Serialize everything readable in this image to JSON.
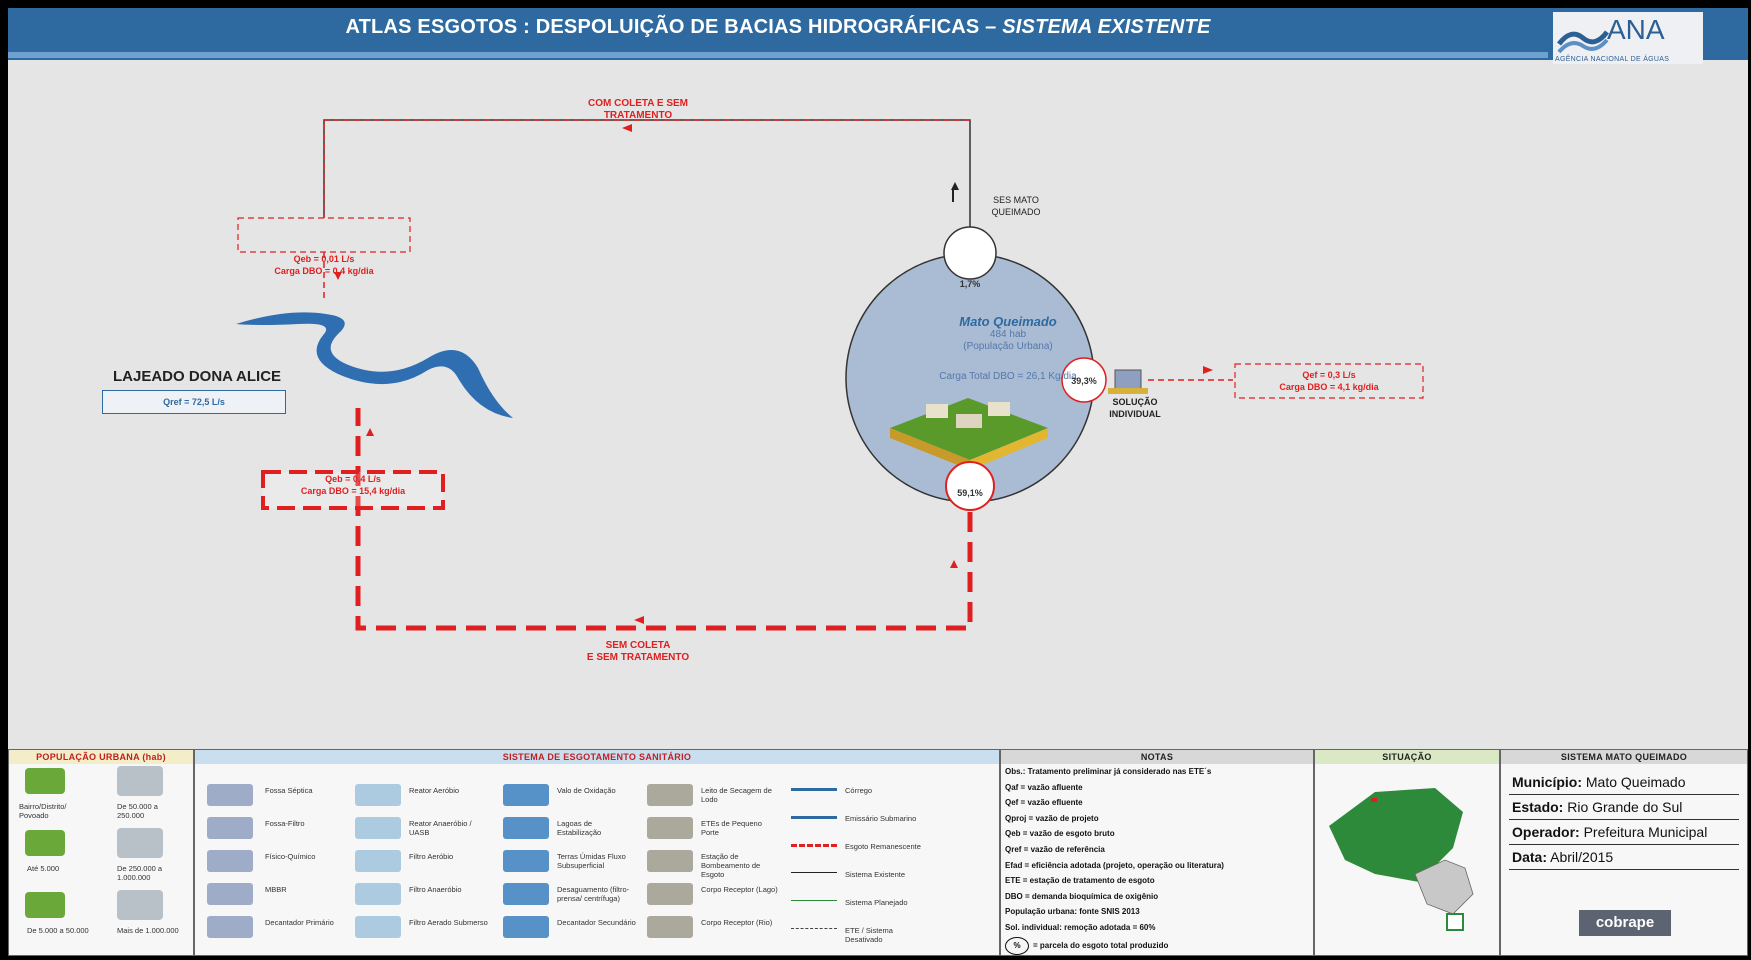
{
  "header": {
    "title_main": "ATLAS ESGOTOS : DESPOLUIÇÃO DE BACIAS HIDROGRÁFICAS – ",
    "title_italic": "SISTEMA EXISTENTE",
    "logo_text": "ANA",
    "logo_subtitle": "AGÊNCIA NACIONAL DE ÁGUAS"
  },
  "diagram": {
    "top_route_label_1": "COM COLETA E SEM",
    "top_route_label_2": "TRATAMENTO",
    "ses_label_1": "SES MATO",
    "ses_label_2": "QUEIMADO",
    "upper_box_1": "Qeb = 0,01 L/s",
    "upper_box_2": "Carga DBO = 0,4 kg/dia",
    "river_name": "LAJEADO DONA ALICE",
    "qref": "Qref = 72,5 L/s",
    "lower_box_1": "Qeb = 0,4 L/s",
    "lower_box_2": "Carga DBO = 15,4 kg/dia",
    "bottom_route_label_1": "SEM COLETA",
    "bottom_route_label_2": "E SEM TRATAMENTO",
    "city_name": "Mato Queimado",
    "city_pop": "484 hab",
    "city_pop_label": "(População Urbana)",
    "city_load": "Carga Total DBO = 26,1 Kg/dia",
    "pct_top": "1,7%",
    "pct_left": "39,3%",
    "pct_bottom": "59,1%",
    "solucao_1": "SOLUÇÃO",
    "solucao_2": "INDIVIDUAL",
    "right_box_1": "Qef = 0,3 L/s",
    "right_box_2": "Carga DBO = 4,1 kg/dia"
  },
  "colors": {
    "header": "#2e6aa0",
    "route": "#e02020",
    "city": "#a9bcd4"
  },
  "pop_panel": {
    "title": "POPULAÇÃO URBANA (hab)",
    "items": [
      "Bairro/Distrito/ Povoado",
      "De 50.000 a 250.000",
      "Até 5.000",
      "De 250.000 a 1.000.000",
      "De 5.000 a 50.000",
      "Mais de 1.000.000"
    ]
  },
  "sistema_panel": {
    "title": "SISTEMA DE ESGOTAMENTO SANITÁRIO",
    "col1": [
      "Fossa Séptica",
      "Fossa-Filtro",
      "Físico-Químico",
      "MBBR",
      "Decantador Primário"
    ],
    "col2": [
      "Reator Aeróbio",
      "Reator Anaeróbio / UASB",
      "Filtro Aeróbio",
      "Filtro Anaeróbio",
      "Filtro Aerado Submerso"
    ],
    "col3": [
      "Valo de Oxidação",
      "Lagoas de Estabilização",
      "Terras Úmidas Fluxo Subsuperficial",
      "Desaguamento (filtro-prensa/ centrífuga)",
      "Decantador Secundário"
    ],
    "col4": [
      "Leito de Secagem de Lodo",
      "ETEs de Pequeno Porte",
      "Estação de Bombeamento de Esgoto",
      "Corpo Receptor (Lago)",
      "Corpo Receptor (Rio)"
    ],
    "col5": [
      "Córrego",
      "Emissário Submarino",
      "Esgoto Remanescente",
      "Sistema Existente",
      "Sistema Planejado",
      "ETE / Sistema Desativado"
    ]
  },
  "notas": {
    "title": "NOTAS",
    "lines": [
      "Obs.: Tratamento preliminar já considerado nas ETE´s",
      "Qaf = vazão afluente",
      "Qef = vazão efluente",
      "Qproj = vazão de projeto",
      "Qeb = vazão de esgoto bruto",
      "Qref = vazão de referência",
      "Efad = eficiência adotada (projeto, operação ou literatura)",
      "ETE = estação de tratamento de esgoto",
      "DBO = demanda bioquímica de oxigênio",
      "População urbana: fonte SNIS 2013",
      "Sol. individual: remoção adotada = 60%"
    ],
    "pct_symbol": "%",
    "pct_note": "= parcela do esgoto total produzido"
  },
  "situacao": {
    "title": "SITUAÇÃO"
  },
  "sistema_info": {
    "title": "SISTEMA MATO QUEIMADO",
    "municipio_label": "Município:",
    "municipio": "Mato Queimado",
    "estado_label": "Estado:",
    "estado": "Rio Grande do Sul",
    "operador_label": "Operador:",
    "operador": "Prefeitura Municipal",
    "data_label": "Data:",
    "data": "Abril/2015",
    "brand": "cobrape"
  }
}
